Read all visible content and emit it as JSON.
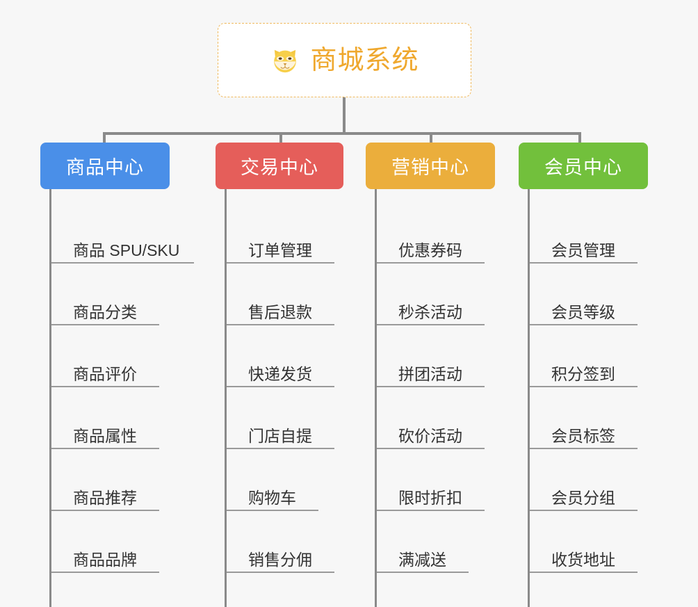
{
  "diagram": {
    "type": "mindmap",
    "background_color": "#f7f7f7",
    "connector_color": "#8a8a8a"
  },
  "root": {
    "title": "商城系统",
    "icon": "dog-face-icon",
    "text_color": "#efa82e",
    "border_color": "#f0b95c",
    "background_color": "#ffffff"
  },
  "branches": [
    {
      "title": "商品中心",
      "color": "#4a8fe8",
      "items": [
        "商品 SPU/SKU",
        "商品分类",
        "商品评价",
        "商品属性",
        "商品推荐",
        "商品品牌"
      ]
    },
    {
      "title": "交易中心",
      "color": "#e55e5a",
      "items": [
        "订单管理",
        "售后退款",
        "快递发货",
        "门店自提",
        "购物车",
        "销售分佣"
      ]
    },
    {
      "title": "营销中心",
      "color": "#ebae3c",
      "items": [
        "优惠券码",
        "秒杀活动",
        "拼团活动",
        "砍价活动",
        "限时折扣",
        "满减送"
      ]
    },
    {
      "title": "会员中心",
      "color": "#72c03c",
      "items": [
        "会员管理",
        "会员等级",
        "积分签到",
        "会员标签",
        "会员分组",
        "收货地址"
      ]
    }
  ]
}
